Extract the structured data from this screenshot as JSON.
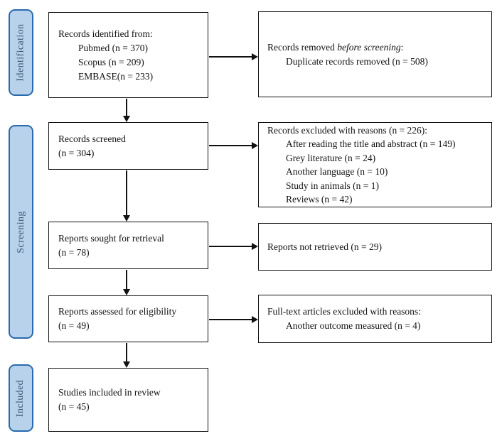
{
  "colors": {
    "stage_fill": "#b8d2eb",
    "stage_border": "#2a6bae",
    "stage_text": "#3b5872",
    "box_border": "#111111",
    "arrow": "#111111",
    "background": "#ffffff"
  },
  "stages": {
    "identification": "Identification",
    "screening": "Screening",
    "included": "Included"
  },
  "flow": {
    "identified": {
      "line1": "Records identified from:",
      "line2": "Pubmed (n = 370)",
      "line3": "Scopus (n = 209)",
      "line4": "EMBASE(n = 233)"
    },
    "screened": {
      "line1": "Records screened",
      "line2": "(n = 304)"
    },
    "sought": {
      "line1": "Reports sought for retrieval",
      "line2": "(n = 78)"
    },
    "assessed": {
      "line1": "Reports assessed for eligibility",
      "line2": "(n = 49)"
    },
    "included_studies": {
      "line1": "Studies included in review",
      "line2": "(n = 45)"
    }
  },
  "exclusions": {
    "removed": {
      "line1_prefix": "Records removed ",
      "line1_italic": "before screening",
      "line1_suffix": ":",
      "line2": "Duplicate records removed  (n = 508)"
    },
    "excluded": {
      "line1": "Records excluded with reasons (n = 226):",
      "line2": "After reading the title and abstract (n = 149)",
      "line3": "Grey literature (n = 24)",
      "line4": "Another language (n = 10)",
      "line5": "Study in animals (n = 1)",
      "line6": "Reviews (n = 42)"
    },
    "not_retrieved": {
      "line1": "Reports not retrieved (n = 29)"
    },
    "fulltext": {
      "line1": "Full-text articles excluded with reasons:",
      "line2": "Another outcome measured (n = 4)"
    }
  }
}
